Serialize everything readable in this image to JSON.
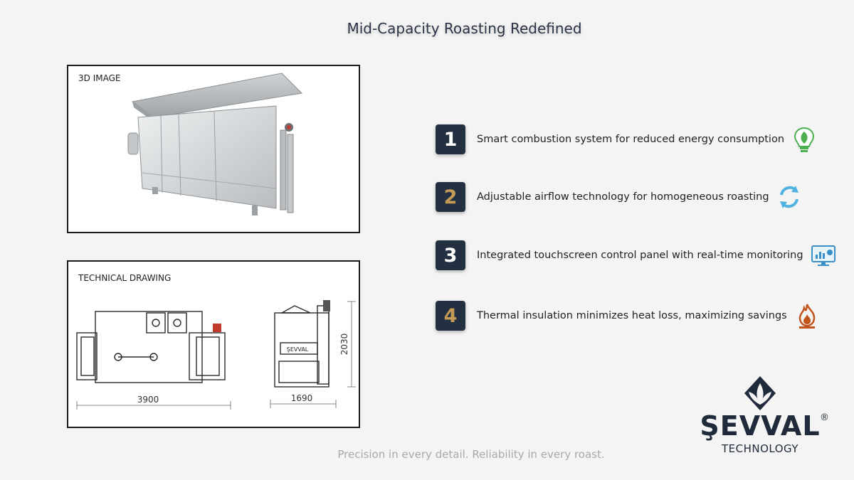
{
  "title": "Mid-Capacity Roasting Redefined",
  "panels": {
    "image_label": "3D IMAGE",
    "drawing_label": "TECHNICAL DRAWING",
    "dim_width": "3900",
    "dim_depth": "1690",
    "dim_height": "2030",
    "machine_plate": "ŞEVVAL"
  },
  "features": [
    {
      "num": "1",
      "text": "Smart combustion system for reduced energy consumption",
      "icon": "eco-bulb-icon",
      "num_color": "#ffffff"
    },
    {
      "num": "2",
      "text": "Adjustable airflow technology for homogeneous roasting",
      "icon": "airflow-cycle-icon",
      "num_color": "#c49a56"
    },
    {
      "num": "3",
      "text": "Integrated touchscreen control panel with real-time monitoring",
      "icon": "monitor-chart-icon",
      "num_color": "#ffffff"
    },
    {
      "num": "4",
      "text": "Thermal insulation minimizes heat loss, maximizing savings",
      "icon": "flame-icon",
      "num_color": "#c49a56"
    }
  ],
  "brand": {
    "name": "ŞEVVAL",
    "registered": "®",
    "subtitle": "TECHNOLOGY"
  },
  "tagline": "Precision in every detail. Reliability in every roast.",
  "colors": {
    "background": "#f4f4f4",
    "badge": "#233041",
    "gold": "#c49a56",
    "navy": "#1f2a3a",
    "eco_green": "#4caf50",
    "cycle_blue": "#4fb3e0",
    "flame_orange": "#c1541c"
  }
}
